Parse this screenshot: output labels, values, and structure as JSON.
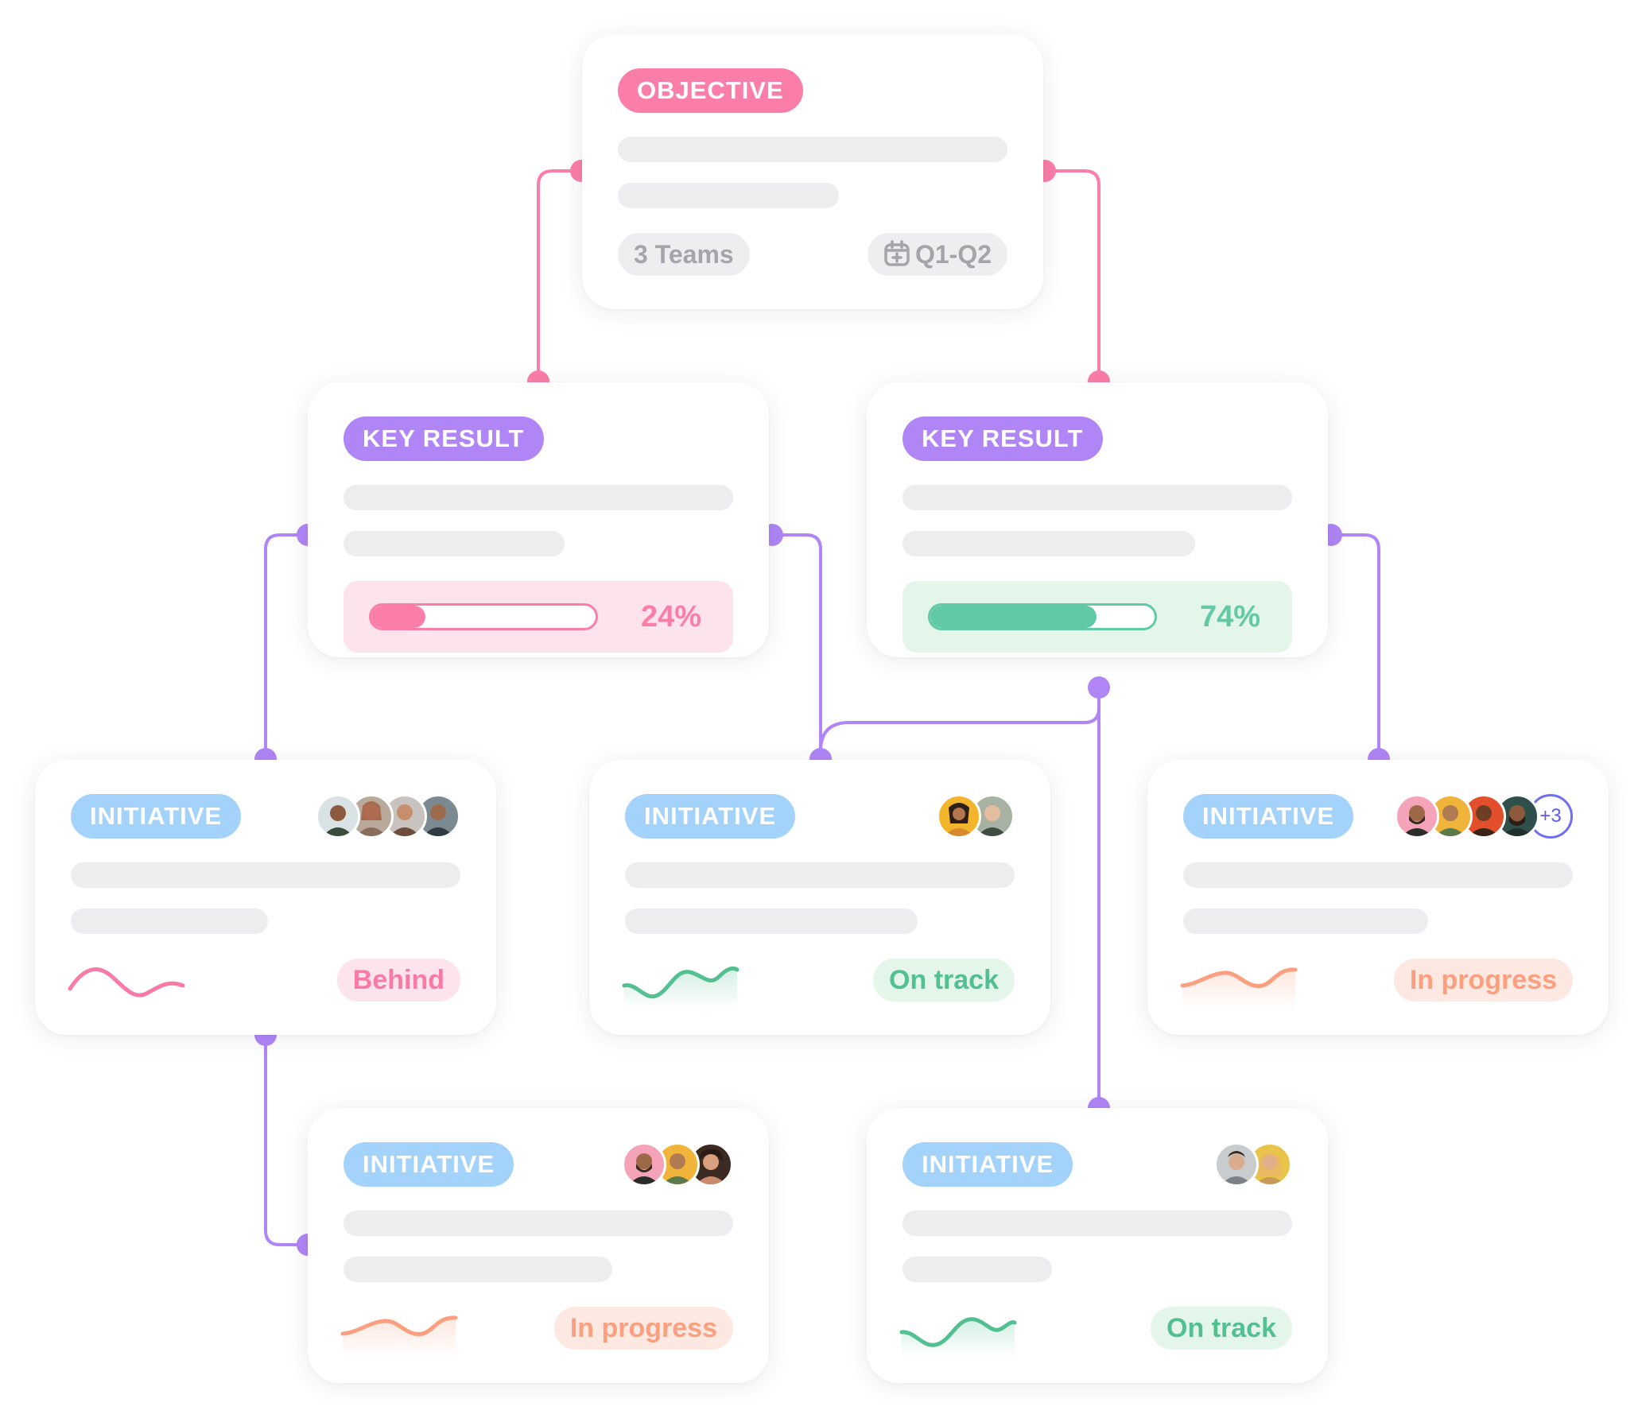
{
  "objective": {
    "tag": "OBJECTIVE",
    "teams": "3 Teams",
    "period": "Q1-Q2",
    "calendar_icon": "calendar-icon"
  },
  "key_results": [
    {
      "tag": "KEY RESULT",
      "progress_pct": 24,
      "progress_label": "24%",
      "color": "#fb7ea8"
    },
    {
      "tag": "KEY RESULT",
      "progress_pct": 74,
      "progress_label": "74%",
      "color": "#61c9a5"
    }
  ],
  "initiatives": [
    {
      "tag": "INITIATIVE",
      "status": "Behind",
      "avatar_count": 4,
      "extra": ""
    },
    {
      "tag": "INITIATIVE",
      "status": "On track",
      "avatar_count": 2,
      "extra": ""
    },
    {
      "tag": "INITIATIVE",
      "status": "In progress",
      "avatar_count": 4,
      "extra": "+3"
    },
    {
      "tag": "INITIATIVE",
      "status": "In progress",
      "avatar_count": 3,
      "extra": ""
    },
    {
      "tag": "INITIATIVE",
      "status": "On track",
      "avatar_count": 2,
      "extra": ""
    }
  ],
  "colors": {
    "objective": "#fb7ea8",
    "key_result": "#b085f5",
    "initiative": "#a3d3fb",
    "connector_pink": "#fb7ea8",
    "connector_purple": "#b085f5",
    "behind": "#f97aa4",
    "on_track": "#52c090",
    "in_progress": "#fb9f7f"
  }
}
